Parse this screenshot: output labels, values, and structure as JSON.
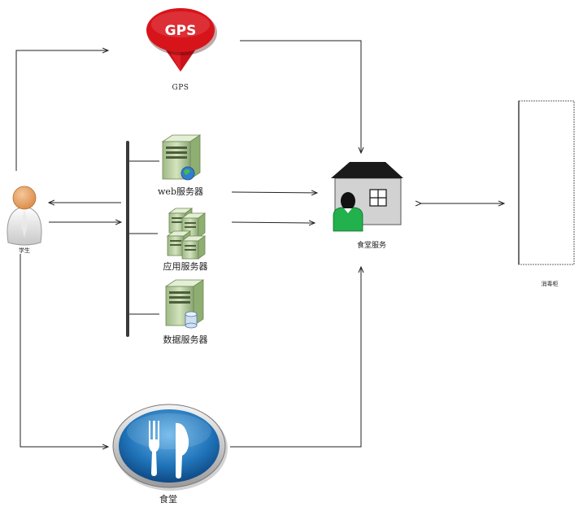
{
  "gps": {
    "badge_text": "GPS",
    "label": "GPS"
  },
  "student": {
    "label": "学生"
  },
  "servers": {
    "web": {
      "label": "web服务器"
    },
    "app": {
      "label": "应用服务器"
    },
    "data": {
      "label": "数据服务器"
    }
  },
  "canteen_service": {
    "label": "食堂服务"
  },
  "cabinet": {
    "label": "消毒柜"
  },
  "canteen": {
    "label": "食堂"
  },
  "colors": {
    "gps_red": "#d8141b",
    "server_green": "#bdd3a2",
    "house_roof": "#1a1a1a",
    "house_wall": "#d2d2d2",
    "person_green": "#22b14c",
    "canteen_blue": "#1a5fa4"
  }
}
